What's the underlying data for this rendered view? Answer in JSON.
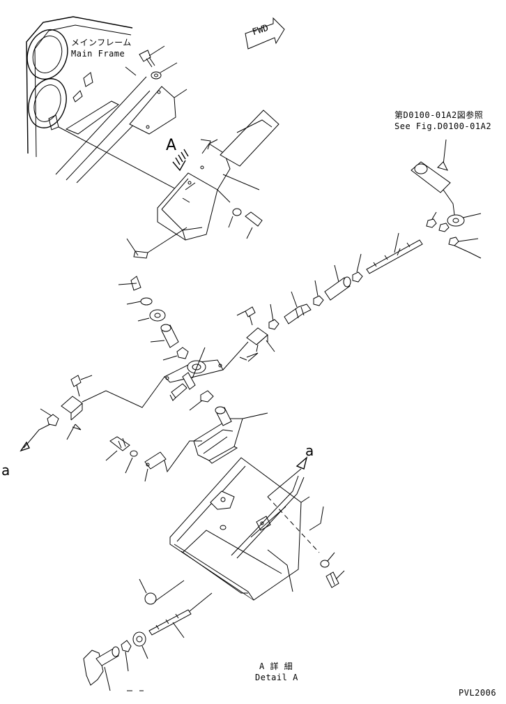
{
  "labels": {
    "main_frame_jp": "メインフレーム",
    "main_frame_en": "Main Frame",
    "fwd": "FWD",
    "see_fig_jp": "第D0100-01A2図参照",
    "see_fig_en": "See Fig.D0100-01A2",
    "view_a": "A",
    "arrow_a_left": "a",
    "arrow_a_right": "a",
    "detail_jp": "A 詳 細",
    "detail_en": "Detail A",
    "drawing_code": "PVL2006"
  },
  "colors": {
    "line": "#000000",
    "background": "#ffffff"
  }
}
